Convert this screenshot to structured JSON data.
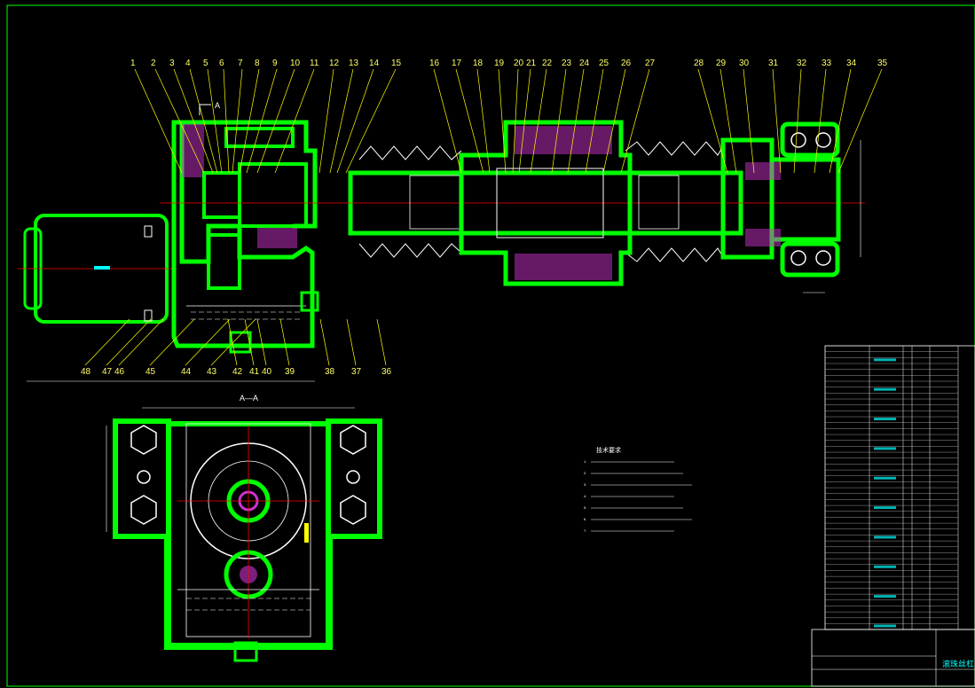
{
  "drawing": {
    "background": "#000000",
    "colors": {
      "outline": "#00ff00",
      "part": "#00ff00",
      "leader": "#ffff00",
      "center_line": "#ff0000",
      "hatch": "#cc33cc",
      "dimension": "#ffffff",
      "accent": "#00ffff"
    },
    "part_labels_top": [
      "1",
      "2",
      "3",
      "4",
      "5",
      "6",
      "7",
      "8",
      "9",
      "10",
      "11",
      "12",
      "13",
      "14",
      "15",
      "16",
      "17",
      "18",
      "19",
      "20",
      "21",
      "22",
      "23",
      "24",
      "25",
      "26",
      "27",
      "28",
      "29",
      "30",
      "31",
      "32",
      "33",
      "34",
      "35"
    ],
    "part_labels_bottom": [
      "48",
      "47",
      "46",
      "45",
      "44",
      "43",
      "42",
      "41",
      "40",
      "39",
      "38",
      "37",
      "36"
    ],
    "section_label_top": "A",
    "section_label_view": "A—A",
    "notes_title": "技术要求",
    "notes": [
      "1.",
      "2.",
      "3.",
      "4.",
      "5.",
      "6.",
      "7."
    ],
    "title_block_name": "滚珠丝杠"
  }
}
